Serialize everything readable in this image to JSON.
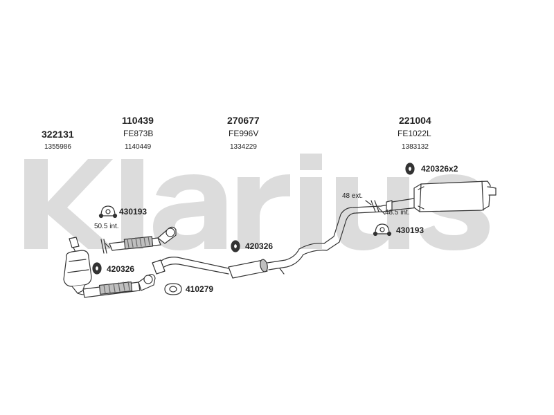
{
  "watermark": {
    "text": "Klarius",
    "color": "#d9d9d9"
  },
  "groups": [
    {
      "main": "322131",
      "code": "",
      "num": "1355986"
    },
    {
      "main": "110439",
      "code": "FE873B",
      "num": "1140449"
    },
    {
      "main": "270677",
      "code": "FE996V",
      "num": "1334229"
    },
    {
      "main": "221004",
      "code": "FE1022L",
      "num": "1383132"
    }
  ],
  "parts": {
    "p1": "430193",
    "p2": "420326",
    "p3": "420326",
    "p4": "410279",
    "p5": "420326x2",
    "p6": "430193"
  },
  "dims": {
    "d1": "50.5 int.",
    "d2": "48 ext.",
    "d3": "48.5 int."
  },
  "colors": {
    "line": "#333333",
    "fill": "#ffffff",
    "shade": "#bfbfbf"
  }
}
